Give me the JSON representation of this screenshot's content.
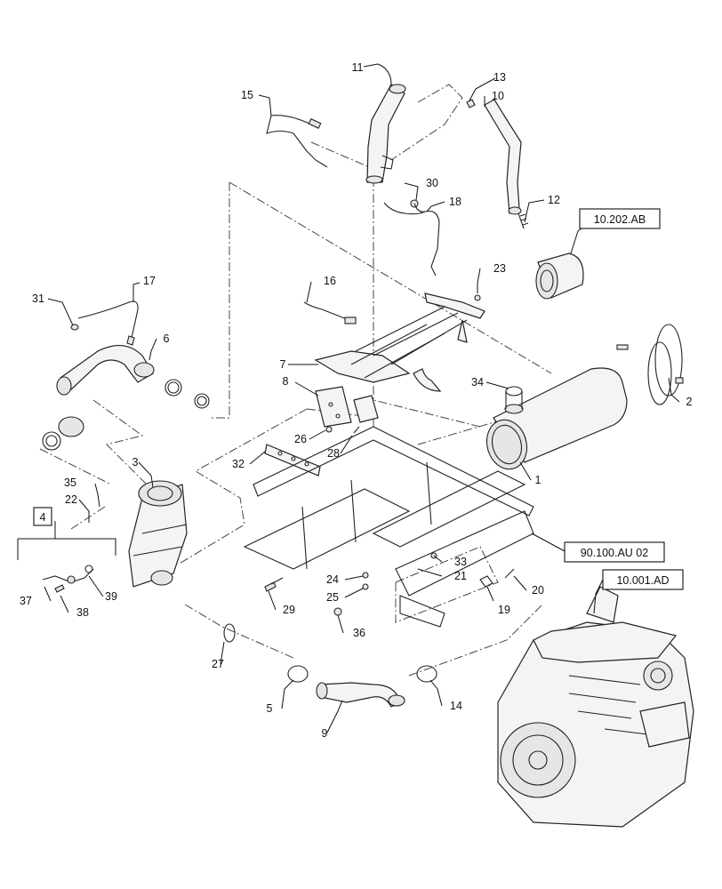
{
  "callouts": {
    "c1": "1",
    "c2": "2",
    "c3": "3",
    "c4": "4",
    "c5": "5",
    "c6": "6",
    "c7": "7",
    "c8": "8",
    "c9": "9",
    "c10": "10",
    "c11": "11",
    "c12": "12",
    "c13": "13",
    "c14": "14",
    "c15": "15",
    "c16": "16",
    "c17": "17",
    "c18": "18",
    "c19": "19",
    "c20": "20",
    "c21": "21",
    "c22": "22",
    "c23": "23",
    "c24": "24",
    "c25": "25",
    "c26": "26",
    "c27": "27",
    "c28": "28",
    "c29": "29",
    "c30": "30",
    "c31": "31",
    "c32": "32",
    "c33": "33",
    "c34": "34",
    "c35": "35",
    "c36": "36",
    "c37": "37",
    "c38": "38",
    "c39": "39"
  },
  "references": {
    "air_cleaner_ref": "10.202.AB",
    "frame_ref": "90.100.AU 02",
    "engine_ref": "10.001.AD"
  }
}
